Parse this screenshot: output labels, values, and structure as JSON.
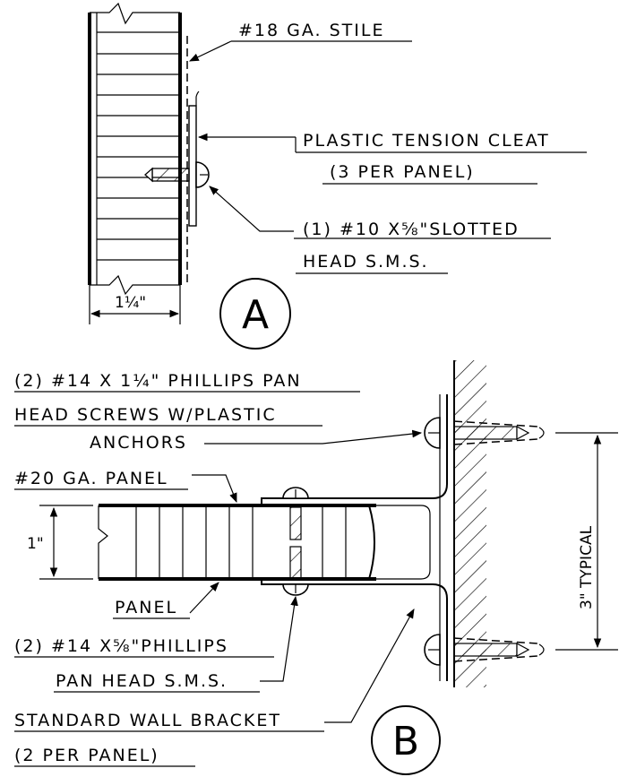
{
  "detail_a": {
    "marker": "A",
    "stile_label": "#18 GA. STILE",
    "cleat_label_1": "PLASTIC TENSION CLEAT",
    "cleat_label_2": "(3 PER PANEL)",
    "screw_label_1": "(1) #10 X⅝\"SLOTTED",
    "screw_label_2": "HEAD S.M.S.",
    "width_dim": "1¼\""
  },
  "detail_b": {
    "marker": "B",
    "anchor_label_1": "(2) #14 X 1¼\" PHILLIPS PAN",
    "anchor_label_2": "HEAD SCREWS W/PLASTIC",
    "anchor_label_3": "ANCHORS",
    "panel_ga_label": "#20 GA. PANEL",
    "panel_label": "PANEL",
    "sms_label_1": "(2) #14 X⅝\"PHILLIPS",
    "sms_label_2": "PAN HEAD S.M.S.",
    "bracket_label_1": "STANDARD WALL BRACKET",
    "bracket_label_2": "(2 PER PANEL)",
    "height_dim": "1\"",
    "spacing_dim": "3\" TYPICAL"
  }
}
